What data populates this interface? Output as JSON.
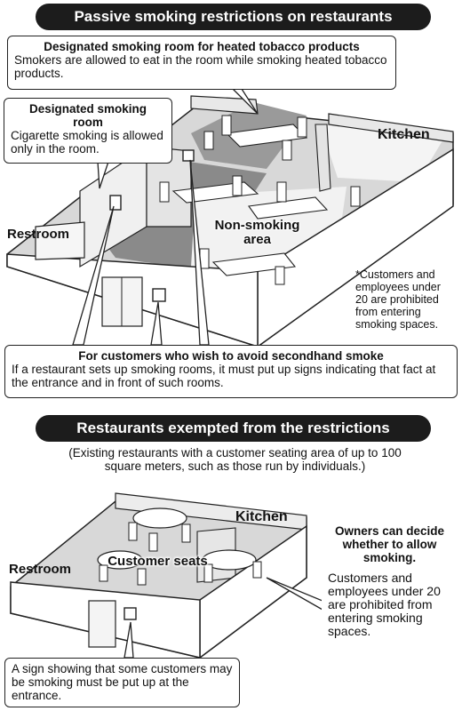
{
  "section1": {
    "title": "Passive smoking restrictions on restaurants",
    "heated_room_box": {
      "heading": "Designated smoking room for heated tobacco products",
      "text": "Smokers are allowed to eat in the room while smoking heated tobacco products."
    },
    "cigarette_room_box": {
      "heading": "Designated smoking room",
      "text": "Cigarette smoking is allowed only in the room."
    },
    "labels": {
      "kitchen": "Kitchen",
      "restroom": "Restroom",
      "non_smoking": "Non-smoking area"
    },
    "note": "*Customers and employees under 20 are prohibited from entering smoking spaces.",
    "signs_box": {
      "heading": "For customers who wish to avoid secondhand smoke",
      "text": "If a restaurant sets up smoking rooms, it must put up signs indicating that fact at the entrance and in front of such rooms."
    }
  },
  "section2": {
    "title": "Restaurants exempted from the restrictions",
    "subtitle": "(Existing restaurants with a customer seating area of up to 100 square meters, such as those run by individuals.)",
    "labels": {
      "kitchen": "Kitchen",
      "restroom": "Restroom",
      "customer_seats": "Customer seats"
    },
    "owners_box": {
      "heading": "Owners can decide whether to allow smoking.",
      "text": "Customers and employees under 20 are prohibited from entering smoking spaces."
    },
    "sign_box": {
      "text": "A sign showing that some customers may be smoking must be put up at the entrance."
    }
  }
}
